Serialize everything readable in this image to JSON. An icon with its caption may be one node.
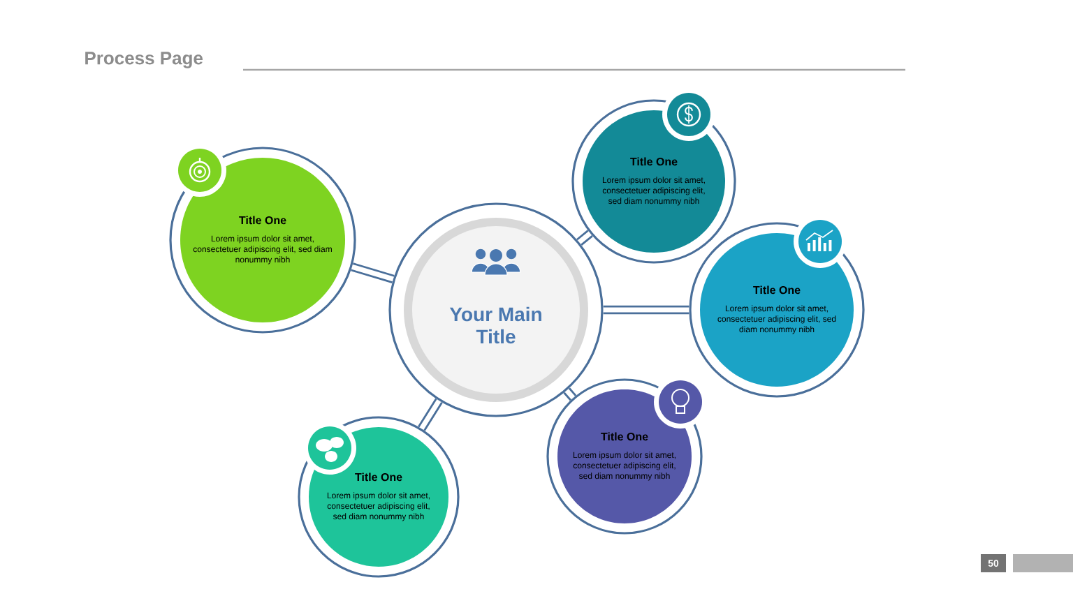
{
  "diagram": {
    "title": "Process Page",
    "nodes": [
      {
        "text": [
          "Your Main Title"
        ]
      },
      {
        "text": [
          "Title One",
          "Lorem ipsum dolor sit amet, consectetuer adipiscing elit, sed diam nonummy nibh"
        ]
      },
      {
        "text": [
          "Title One",
          "Lorem ipsum dolor sit amet, consectetuer adipiscing elit, sed diam nonummy nibh"
        ]
      },
      {
        "text": [
          "Title One",
          "Lorem ipsum dolor sit amet, consectetuer adipiscing elit, sed diam nonummy nibh"
        ]
      },
      {
        "text": [
          "Title One",
          "Lorem ipsum dolor sit amet, consectetuer adipiscing elit, sed diam nonummy nibh"
        ]
      },
      {
        "text": [
          "Title One",
          "Lorem ipsum dolor sit amet, consectetuer adipiscing elit, sed diam nonummy nibh"
        ]
      }
    ],
    "edges": [
      {
        "from": 0,
        "to": 1,
        "arrow": "none"
      },
      {
        "from": 0,
        "to": 2,
        "arrow": "none"
      },
      {
        "from": 0,
        "to": 3,
        "arrow": "none"
      },
      {
        "from": 0,
        "to": 4,
        "arrow": "none"
      },
      {
        "from": 0,
        "to": 5,
        "arrow": "none"
      }
    ],
    "labels": [
      "50"
    ]
  }
}
